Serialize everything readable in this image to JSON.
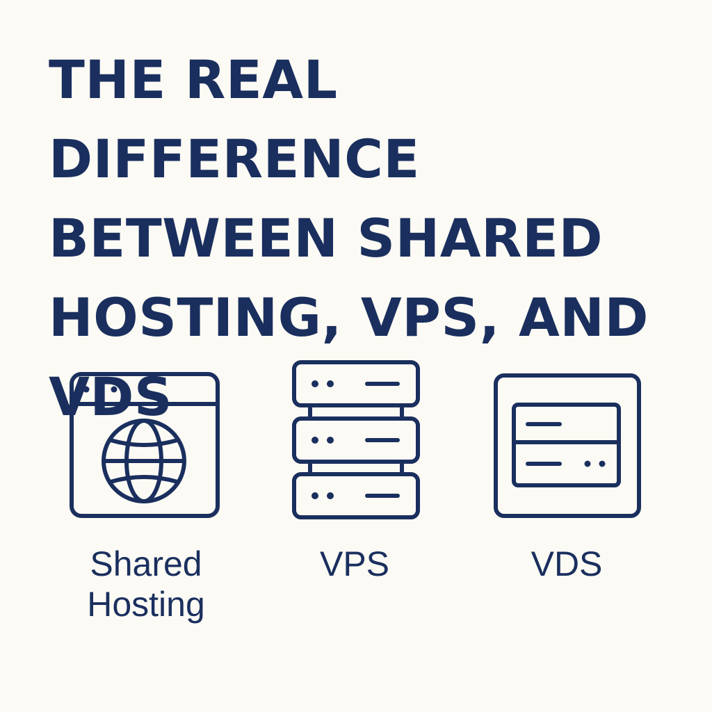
{
  "title": "THE REAL DIFFERENCE BETWEEN SHARED HOSTING, VPS, AND VDS",
  "colors": {
    "background": "#fcfaf4",
    "primary": "#1a2f5e"
  },
  "options": [
    {
      "label_line1": "Shared",
      "label_line2": "Hosting",
      "icon": "browser-globe-icon"
    },
    {
      "label": "VPS",
      "icon": "server-stack-icon"
    },
    {
      "label": "VDS",
      "icon": "dedicated-server-icon"
    }
  ]
}
